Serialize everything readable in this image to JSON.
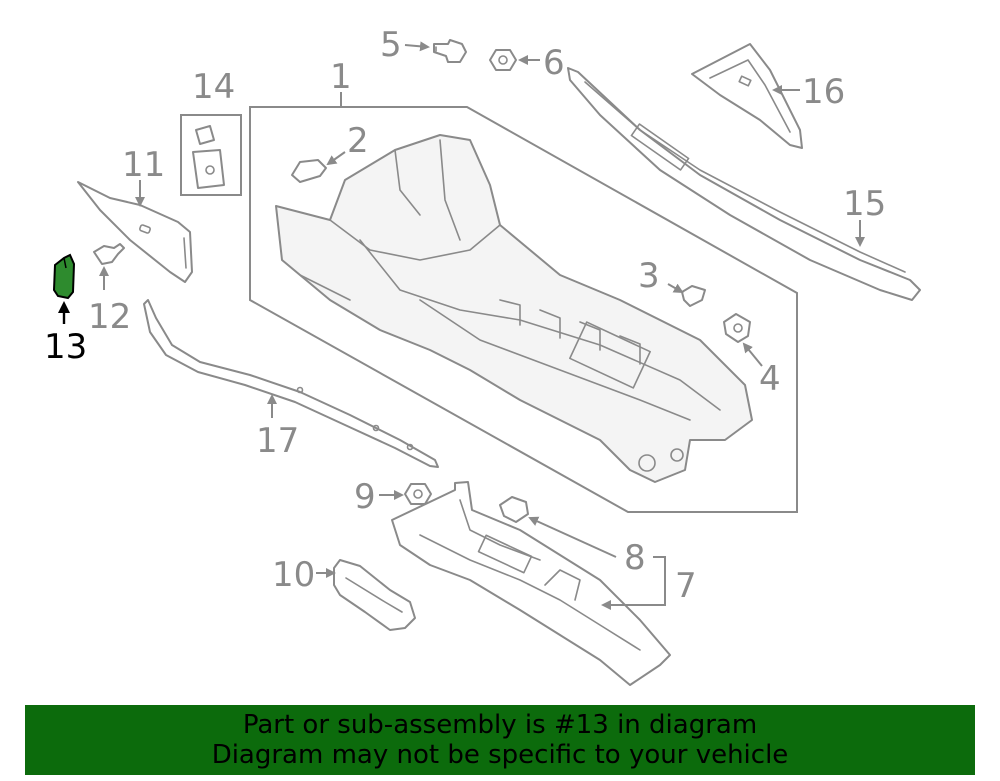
{
  "highlight_color": "#2e8b2e",
  "banner_color": "#0c6b0c",
  "callouts": [
    "1",
    "2",
    "3",
    "4",
    "5",
    "6",
    "7",
    "8",
    "9",
    "10",
    "11",
    "12",
    "13",
    "14",
    "15",
    "16",
    "17"
  ],
  "highlighted_part": "13",
  "banner": {
    "line1": "Part or sub-assembly is #13 in diagram",
    "line2": "Diagram may not be specific to your vehicle"
  }
}
